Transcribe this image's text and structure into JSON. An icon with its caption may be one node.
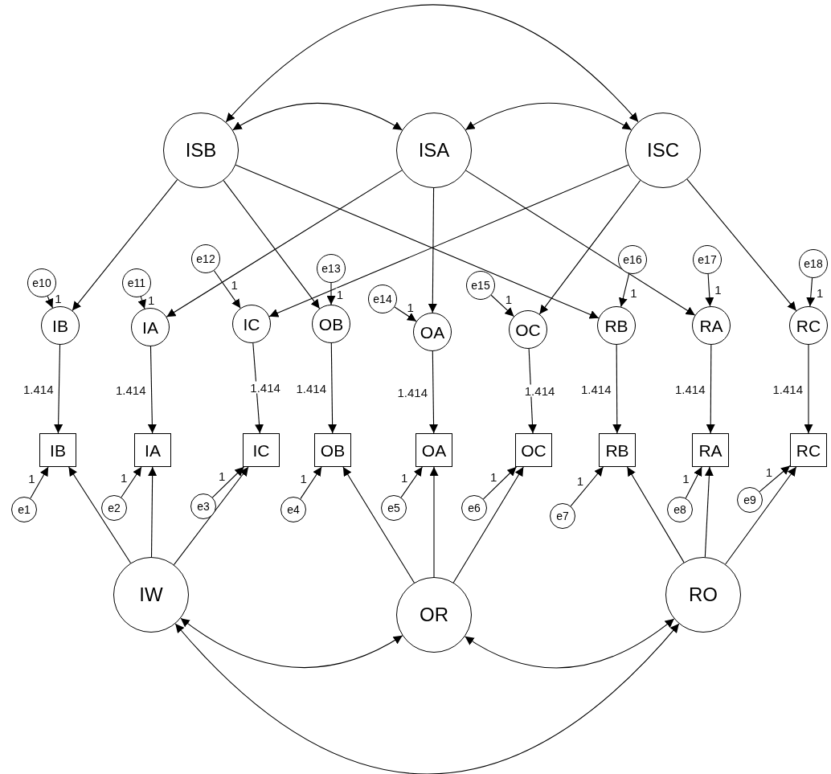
{
  "diagram": {
    "nodes": [
      {
        "text": [
          "ISB"
        ]
      },
      {
        "text": [
          "ISA"
        ]
      },
      {
        "text": [
          "ISC"
        ]
      },
      {
        "text": [
          "e10"
        ]
      },
      {
        "text": [
          "e11"
        ]
      },
      {
        "text": [
          "e12"
        ]
      },
      {
        "text": [
          "e13"
        ]
      },
      {
        "text": [
          "e14"
        ]
      },
      {
        "text": [
          "e15"
        ]
      },
      {
        "text": [
          "e16"
        ]
      },
      {
        "text": [
          "e17"
        ]
      },
      {
        "text": [
          "e18"
        ]
      },
      {
        "text": [
          "IB"
        ]
      },
      {
        "text": [
          "IA"
        ]
      },
      {
        "text": [
          "IC"
        ]
      },
      {
        "text": [
          "OB"
        ]
      },
      {
        "text": [
          "OA"
        ]
      },
      {
        "text": [
          "OC"
        ]
      },
      {
        "text": [
          "RB"
        ]
      },
      {
        "text": [
          "RA"
        ]
      },
      {
        "text": [
          "RC"
        ]
      },
      {
        "text": [
          "IB"
        ]
      },
      {
        "text": [
          "IA"
        ]
      },
      {
        "text": [
          "IC"
        ]
      },
      {
        "text": [
          "OB"
        ]
      },
      {
        "text": [
          "OA"
        ]
      },
      {
        "text": [
          "OC"
        ]
      },
      {
        "text": [
          "RB"
        ]
      },
      {
        "text": [
          "RA"
        ]
      },
      {
        "text": [
          "RC"
        ]
      },
      {
        "text": [
          "e1"
        ]
      },
      {
        "text": [
          "e2"
        ]
      },
      {
        "text": [
          "e3"
        ]
      },
      {
        "text": [
          "e4"
        ]
      },
      {
        "text": [
          "e5"
        ]
      },
      {
        "text": [
          "e6"
        ]
      },
      {
        "text": [
          "e7"
        ]
      },
      {
        "text": [
          "e8"
        ]
      },
      {
        "text": [
          "e9"
        ]
      },
      {
        "text": [
          "IW"
        ]
      },
      {
        "text": [
          "OR"
        ]
      },
      {
        "text": [
          "RO"
        ]
      }
    ],
    "edges": [
      {
        "from": 0,
        "to": 12,
        "arrow": "to"
      },
      {
        "from": 0,
        "to": 15,
        "arrow": "to"
      },
      {
        "from": 0,
        "to": 18,
        "arrow": "to"
      },
      {
        "from": 1,
        "to": 13,
        "arrow": "to"
      },
      {
        "from": 1,
        "to": 16,
        "arrow": "to"
      },
      {
        "from": 1,
        "to": 19,
        "arrow": "to"
      },
      {
        "from": 2,
        "to": 14,
        "arrow": "to"
      },
      {
        "from": 2,
        "to": 17,
        "arrow": "to"
      },
      {
        "from": 2,
        "to": 20,
        "arrow": "to"
      },
      {
        "from": 0,
        "to": 1,
        "arrow": "both"
      },
      {
        "from": 1,
        "to": 2,
        "arrow": "both"
      },
      {
        "from": 0,
        "to": 2,
        "arrow": "both"
      },
      {
        "from": 39,
        "to": 40,
        "arrow": "both"
      },
      {
        "from": 40,
        "to": 41,
        "arrow": "both"
      },
      {
        "from": 39,
        "to": 41,
        "arrow": "both"
      },
      {
        "from": 12,
        "to": 21,
        "arrow": "to",
        "label": "1.414"
      },
      {
        "from": 13,
        "to": 22,
        "arrow": "to",
        "label": "1.414"
      },
      {
        "from": 14,
        "to": 23,
        "arrow": "to",
        "label": "1.414"
      },
      {
        "from": 15,
        "to": 24,
        "arrow": "to",
        "label": "1.414"
      },
      {
        "from": 16,
        "to": 25,
        "arrow": "to",
        "label": "1.414"
      },
      {
        "from": 17,
        "to": 26,
        "arrow": "to",
        "label": "1.414"
      },
      {
        "from": 18,
        "to": 27,
        "arrow": "to",
        "label": "1.414"
      },
      {
        "from": 19,
        "to": 28,
        "arrow": "to",
        "label": "1.414"
      },
      {
        "from": 20,
        "to": 29,
        "arrow": "to",
        "label": "1.414"
      },
      {
        "from": 39,
        "to": 21,
        "arrow": "to"
      },
      {
        "from": 39,
        "to": 22,
        "arrow": "to"
      },
      {
        "from": 39,
        "to": 23,
        "arrow": "to"
      },
      {
        "from": 40,
        "to": 24,
        "arrow": "to"
      },
      {
        "from": 40,
        "to": 25,
        "arrow": "to"
      },
      {
        "from": 40,
        "to": 26,
        "arrow": "to"
      },
      {
        "from": 41,
        "to": 27,
        "arrow": "to"
      },
      {
        "from": 41,
        "to": 28,
        "arrow": "to"
      },
      {
        "from": 41,
        "to": 29,
        "arrow": "to"
      },
      {
        "from": 30,
        "to": 21,
        "arrow": "to",
        "label": "1"
      },
      {
        "from": 31,
        "to": 22,
        "arrow": "to",
        "label": "1"
      },
      {
        "from": 32,
        "to": 23,
        "arrow": "to",
        "label": "1"
      },
      {
        "from": 33,
        "to": 24,
        "arrow": "to",
        "label": "1"
      },
      {
        "from": 34,
        "to": 25,
        "arrow": "to",
        "label": "1"
      },
      {
        "from": 35,
        "to": 26,
        "arrow": "to",
        "label": "1"
      },
      {
        "from": 36,
        "to": 27,
        "arrow": "to",
        "label": "1"
      },
      {
        "from": 37,
        "to": 28,
        "arrow": "to",
        "label": "1"
      },
      {
        "from": 38,
        "to": 29,
        "arrow": "to",
        "label": "1"
      },
      {
        "from": 3,
        "to": 12,
        "arrow": "to",
        "label": "1"
      },
      {
        "from": 4,
        "to": 13,
        "arrow": "to",
        "label": "1"
      },
      {
        "from": 5,
        "to": 14,
        "arrow": "to",
        "label": "1"
      },
      {
        "from": 6,
        "to": 15,
        "arrow": "to",
        "label": "1"
      },
      {
        "from": 7,
        "to": 16,
        "arrow": "to",
        "label": "1"
      },
      {
        "from": 8,
        "to": 17,
        "arrow": "to",
        "label": "1"
      },
      {
        "from": 9,
        "to": 18,
        "arrow": "to",
        "label": "1"
      },
      {
        "from": 10,
        "to": 19,
        "arrow": "to",
        "label": "1"
      },
      {
        "from": 11,
        "to": 20,
        "arrow": "to",
        "label": "1"
      }
    ]
  }
}
